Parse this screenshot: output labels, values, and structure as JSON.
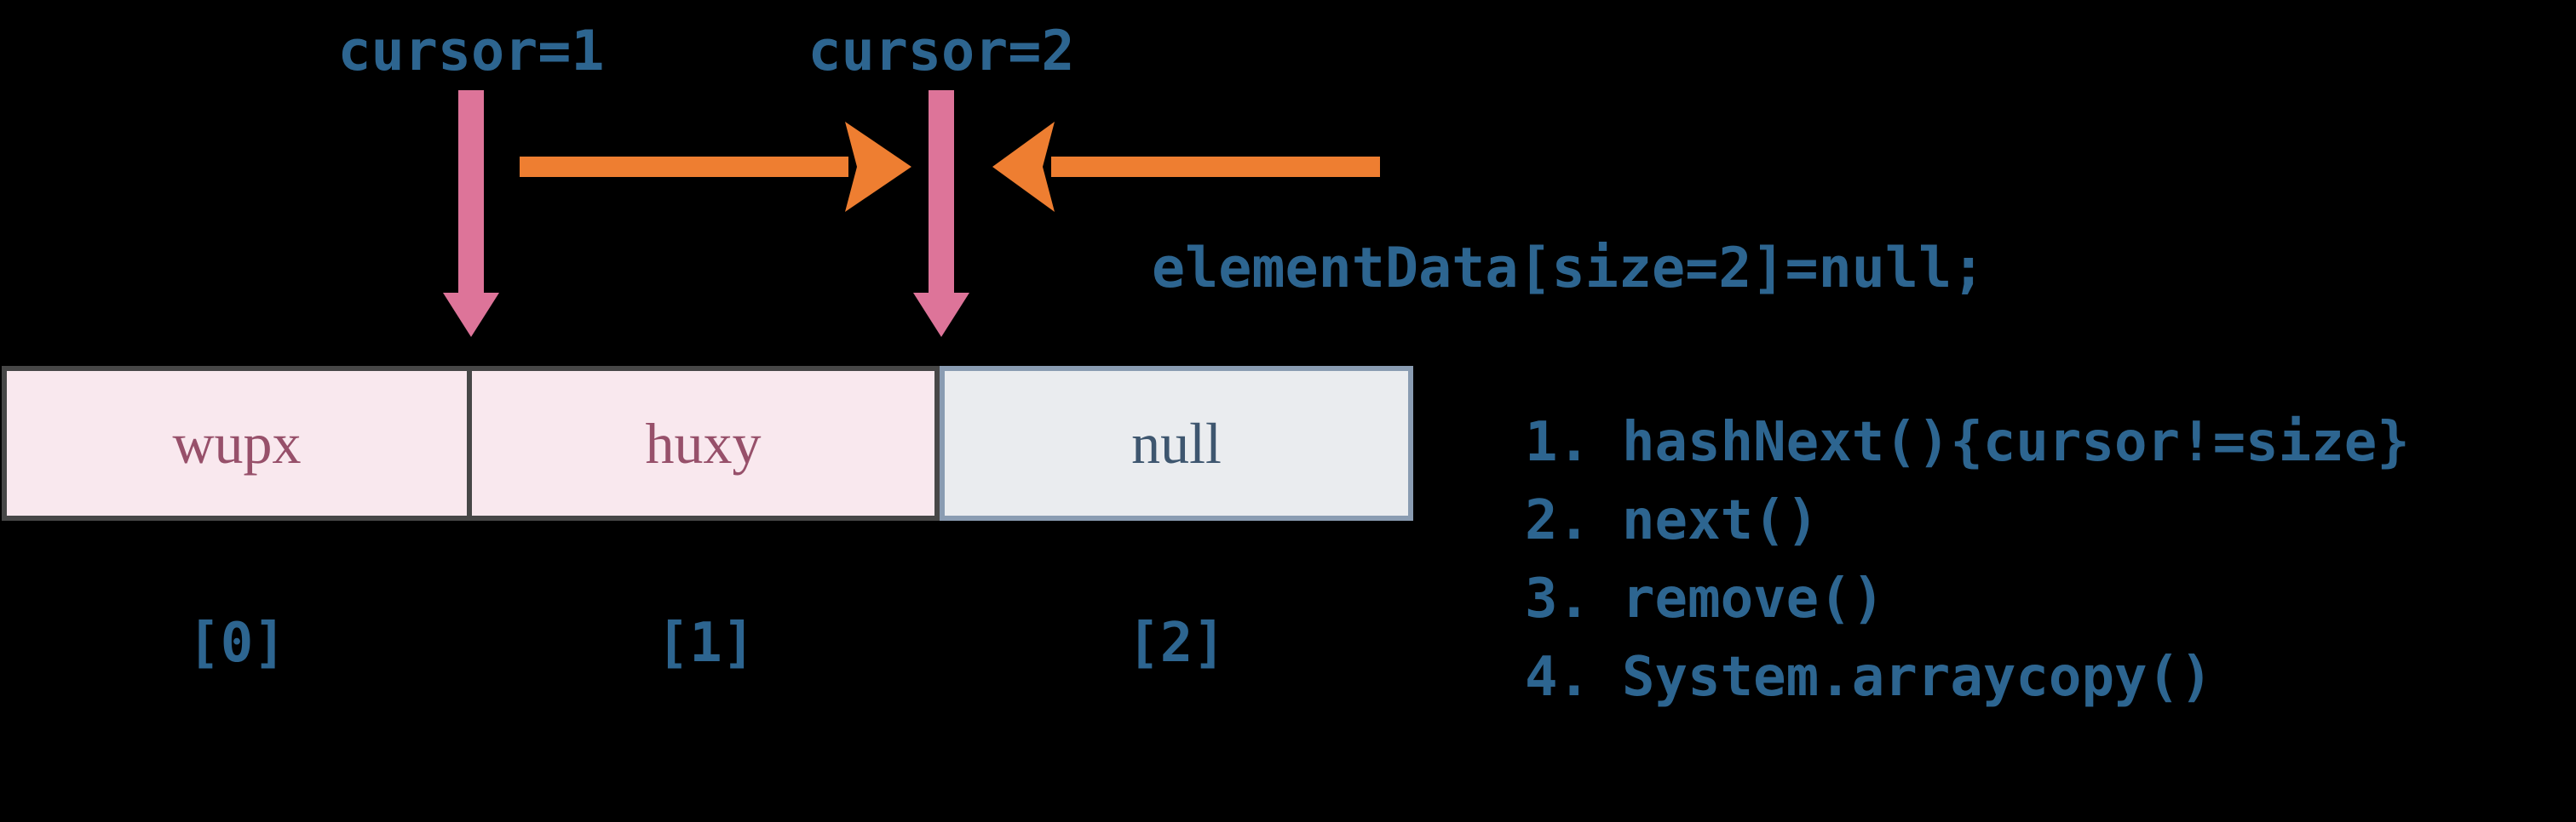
{
  "colors": {
    "bg": "#000000",
    "code-blue": "#2d6590",
    "arrow-pink": "#dd7499",
    "arrow-orange": "#ee7e31",
    "cell-pink-bg": "#f9e8ee",
    "cell-pink-text": "#97506a",
    "cell-gray-bg": "#eaecef",
    "cell-gray-text": "#3e566f",
    "border-dark": "#474747",
    "border-blue": "#8a9cb2"
  },
  "cursors": [
    {
      "label": "cursor=1"
    },
    {
      "label": "cursor=2"
    }
  ],
  "code_annotation": "elementData[size=2]=null;",
  "array": {
    "cells": [
      {
        "value": "wupx",
        "index_label": "[0]",
        "variant": "pink"
      },
      {
        "value": "huxy",
        "index_label": "[1]",
        "variant": "pink"
      },
      {
        "value": "null",
        "index_label": "[2]",
        "variant": "gray"
      }
    ]
  },
  "steps": [
    {
      "num": "1.",
      "text": "hashNext(){cursor!=size}"
    },
    {
      "num": "2.",
      "text": "next()"
    },
    {
      "num": "3.",
      "text": "remove()"
    },
    {
      "num": "4.",
      "text": "System.arraycopy()"
    }
  ]
}
